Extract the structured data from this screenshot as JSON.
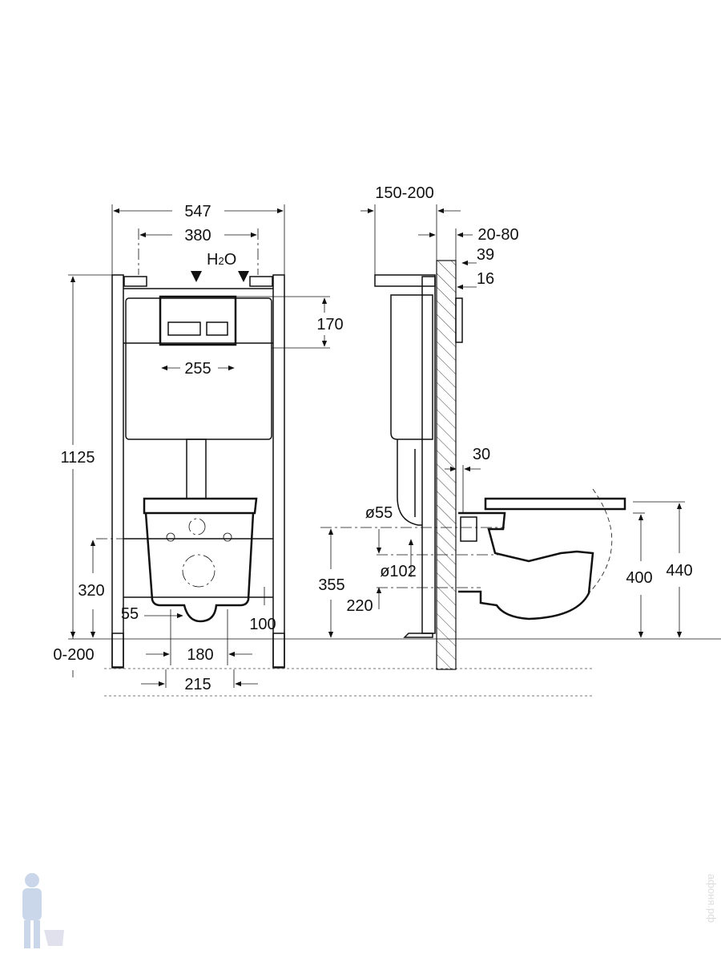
{
  "front_view": {
    "width_total": "547",
    "width_mounts": "380",
    "water_label": "H",
    "water_sub": "2",
    "water_label_end": "O",
    "flush_plate_height": "170",
    "flush_plate_width": "255",
    "frame_height": "1125",
    "drain_height": "320",
    "drain_offset": "55",
    "bolt_offset": "100",
    "floor_adjust": "0-200",
    "bolt_spacing": "180",
    "foot_spacing": "215"
  },
  "side_view": {
    "frame_depth": "150-200",
    "wall_thickness": "20-80",
    "plate_depth": "39",
    "plate_offset": "16",
    "wall_gap": "30",
    "inlet_diameter": "ø55",
    "inlet_height": "355",
    "outlet_diameter": "ø102",
    "outlet_height": "220",
    "rim_height": "400",
    "seat_height": "440"
  },
  "watermark": "афоня.рф"
}
